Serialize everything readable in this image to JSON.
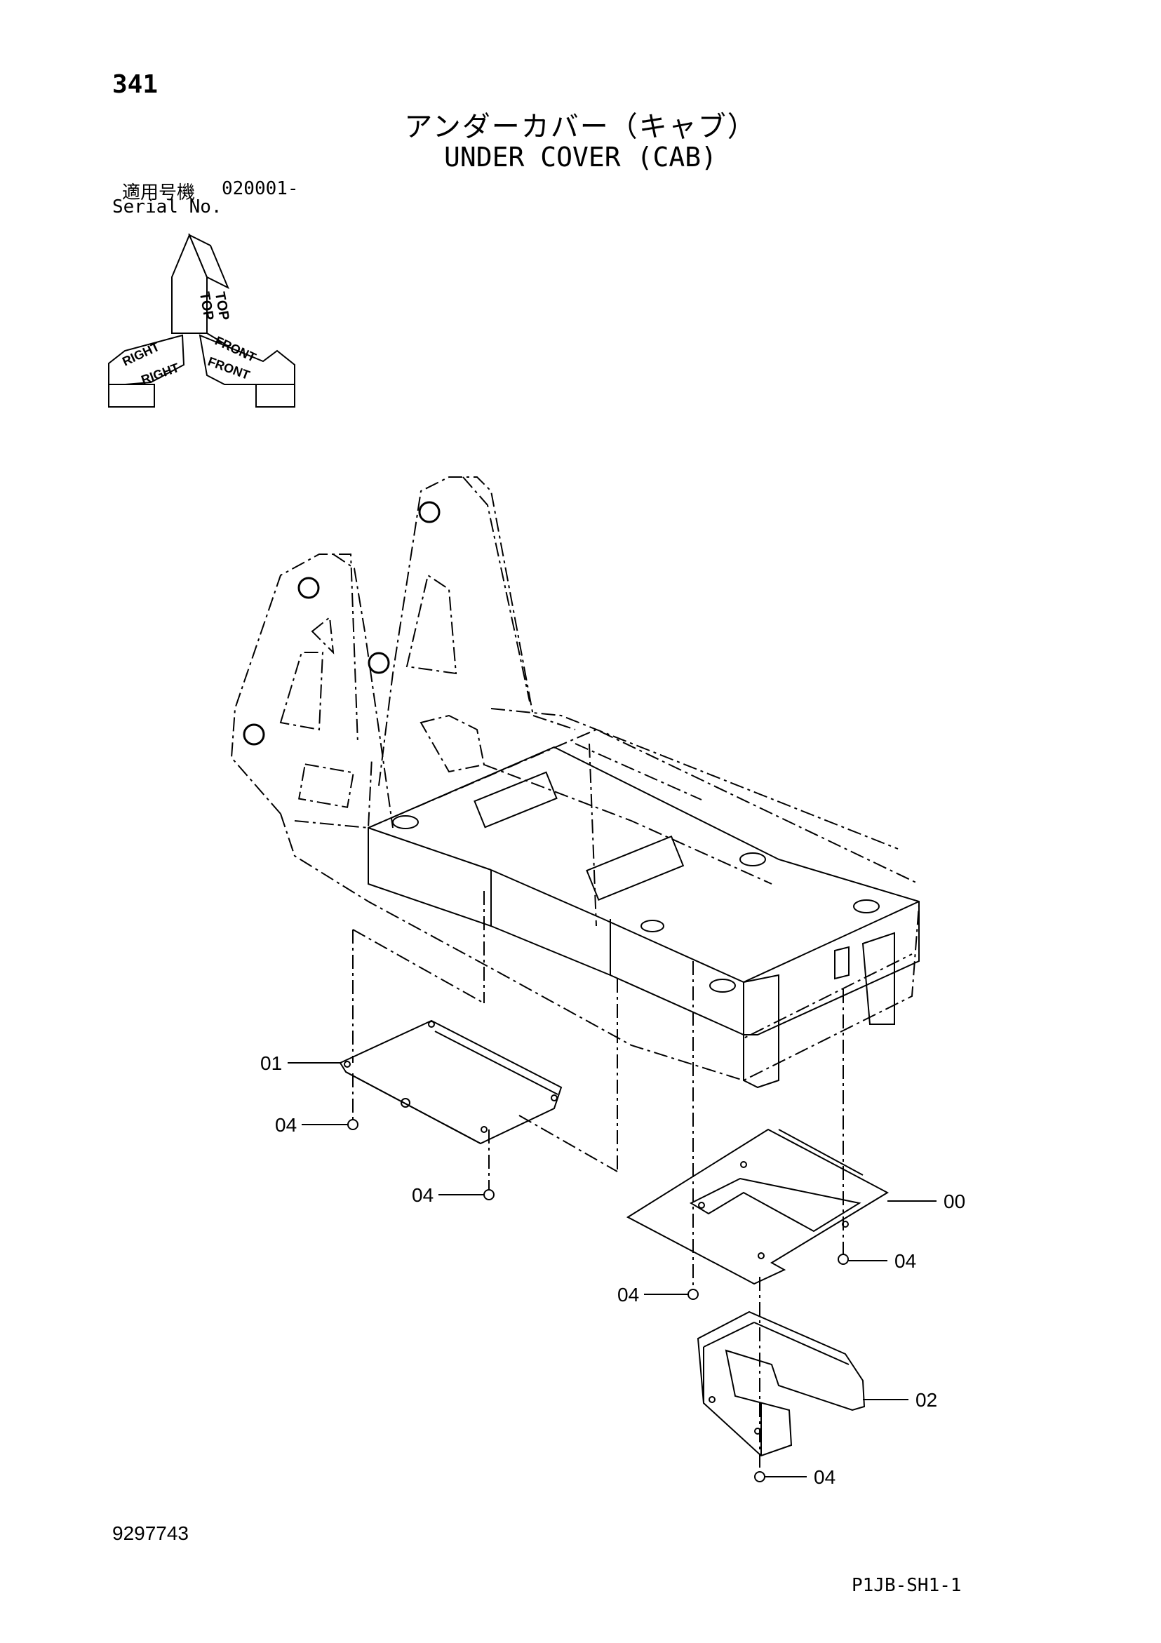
{
  "header": {
    "page_number": "341",
    "title_ja": "アンダーカバー（キャブ）",
    "title_en": "UNDER COVER (CAB)",
    "serial_label_ja": "適用号機",
    "serial_value": "020001-",
    "serial_label_en": "Serial No."
  },
  "orientation": {
    "top": "TOP",
    "right": "RIGHT",
    "front": "FRONT"
  },
  "callouts": {
    "c01": "01",
    "c04a": "04",
    "c04b": "04",
    "c00": "00",
    "c04c": "04",
    "c04d": "04",
    "c02": "02",
    "c04e": "04"
  },
  "footer": {
    "doc_number": "9297743",
    "sheet_code": "P1JB-SH1-1"
  }
}
